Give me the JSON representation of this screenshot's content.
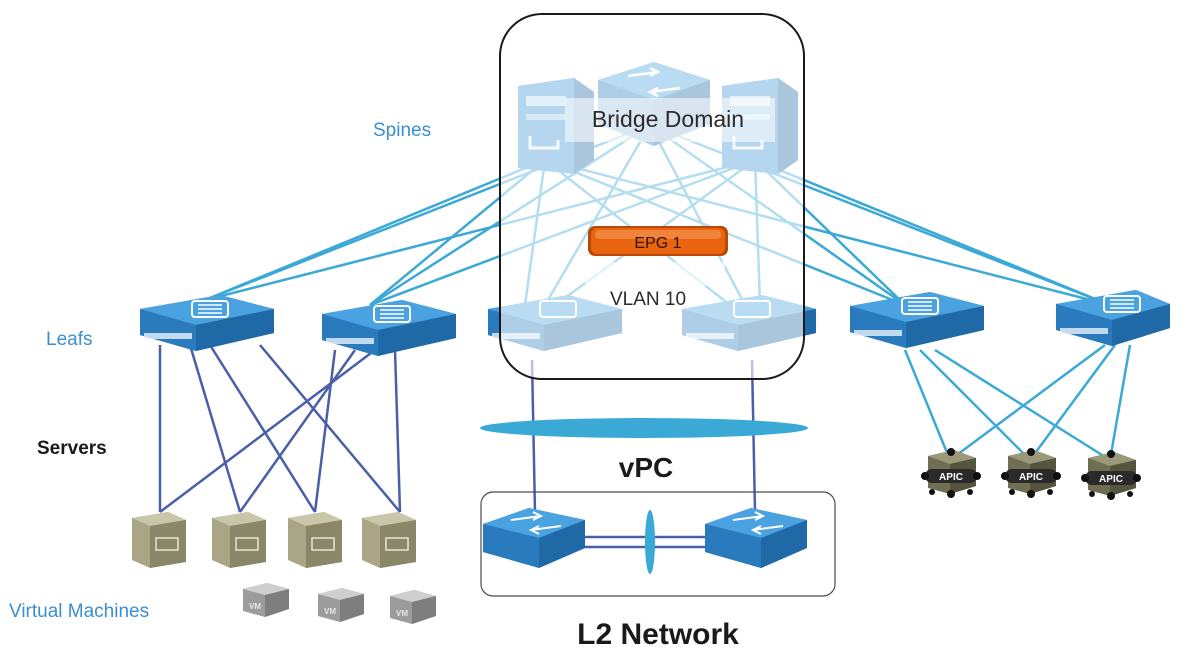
{
  "labels": {
    "spines": "Spines",
    "leafs": "Leafs",
    "servers": "Servers",
    "virtual_machines": "Virtual Machines",
    "bridge_domain": "Bridge Domain",
    "epg": "EPG 1",
    "vlan": "VLAN 10",
    "vpc": "vPC",
    "l2_network": "L2 Network"
  },
  "apic_label": "APIC",
  "vm_label": "VM",
  "colors": {
    "accent_blue": "#3a8fd0",
    "link_cyan": "#3aa9d6",
    "link_navy": "#4a5fa8",
    "switch_blue": "#2f86c8",
    "epg_orange": "#e8640f",
    "server_khaki": "#a9a585",
    "apic_olive": "#6e6e52"
  }
}
